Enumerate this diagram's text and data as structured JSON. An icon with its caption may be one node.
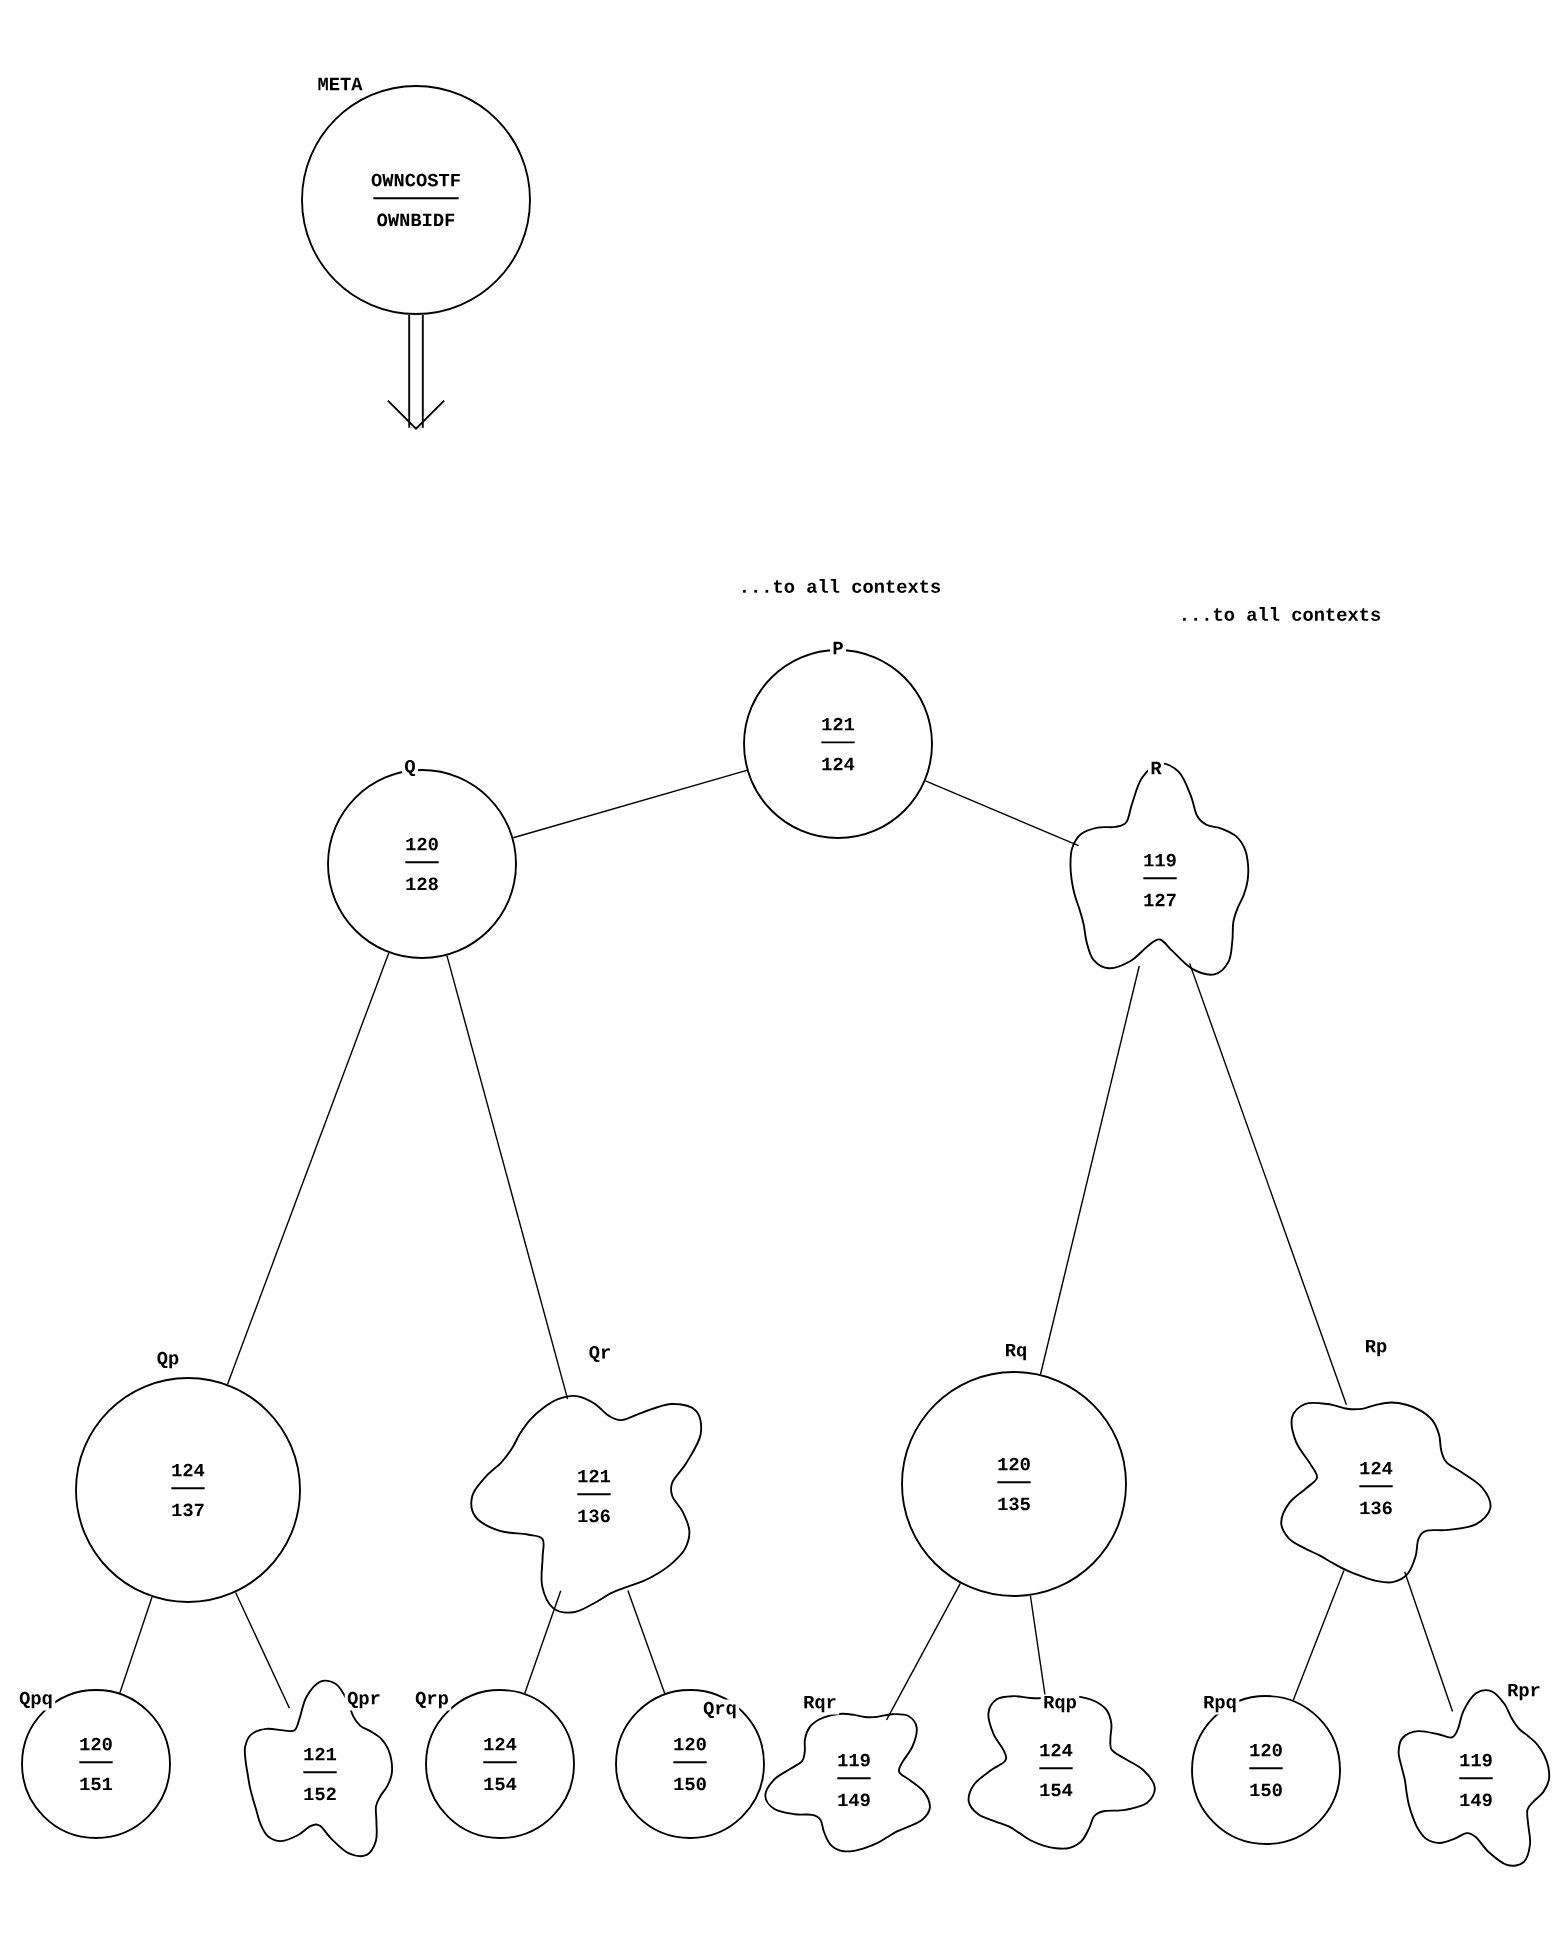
{
  "diagram": {
    "nodes": [
      {
        "text": [
          "META",
          "OWNCOSTF",
          "OWNBIDF"
        ]
      },
      {
        "text": [
          "P",
          "121",
          "124"
        ]
      },
      {
        "text": [
          "Q",
          "120",
          "128"
        ]
      },
      {
        "text": [
          "R",
          "119",
          "127"
        ]
      },
      {
        "text": [
          "Qp",
          "124",
          "137"
        ]
      },
      {
        "text": [
          "Qr",
          "121",
          "136"
        ]
      },
      {
        "text": [
          "Rq",
          "120",
          "135"
        ]
      },
      {
        "text": [
          "Rp",
          "124",
          "136"
        ]
      },
      {
        "text": [
          "Qpq",
          "120",
          "151"
        ]
      },
      {
        "text": [
          "Qpr",
          "121",
          "152"
        ]
      },
      {
        "text": [
          "Qrp",
          "124",
          "154"
        ]
      },
      {
        "text": [
          "Qrq",
          "120",
          "150"
        ]
      },
      {
        "text": [
          "Rqr",
          "119",
          "149"
        ]
      },
      {
        "text": [
          "Rqp",
          "124",
          "154"
        ]
      },
      {
        "text": [
          "Rpq",
          "120",
          "150"
        ]
      },
      {
        "text": [
          "Rpr",
          "119",
          "149"
        ]
      }
    ],
    "edges": [
      {
        "from": 0,
        "to": null,
        "arrow": "to",
        "style": "thick"
      },
      {
        "from": 1,
        "to": 2,
        "arrow": "none"
      },
      {
        "from": 1,
        "to": 3,
        "arrow": "none"
      },
      {
        "from": 2,
        "to": 4,
        "arrow": "none"
      },
      {
        "from": 2,
        "to": 5,
        "arrow": "none"
      },
      {
        "from": 3,
        "to": 6,
        "arrow": "none"
      },
      {
        "from": 3,
        "to": 7,
        "arrow": "none"
      },
      {
        "from": 4,
        "to": 8,
        "arrow": "none"
      },
      {
        "from": 4,
        "to": 9,
        "arrow": "none"
      },
      {
        "from": 5,
        "to": 10,
        "arrow": "none"
      },
      {
        "from": 5,
        "to": 11,
        "arrow": "none"
      },
      {
        "from": 6,
        "to": 12,
        "arrow": "none"
      },
      {
        "from": 6,
        "to": 13,
        "arrow": "none"
      },
      {
        "from": 7,
        "to": 14,
        "arrow": "none"
      },
      {
        "from": 7,
        "to": 15,
        "arrow": "none"
      }
    ],
    "labels": [
      "...to all contexts",
      "...to all contexts"
    ]
  }
}
